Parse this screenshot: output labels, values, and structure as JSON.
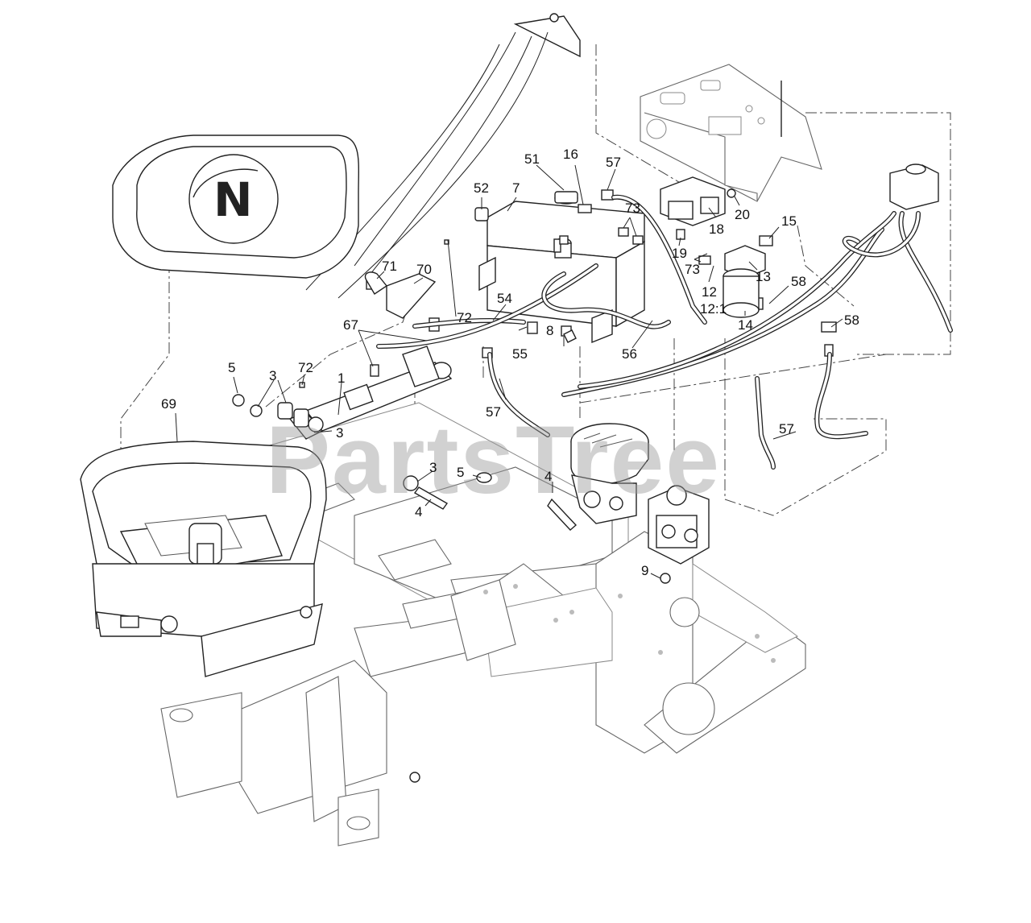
{
  "watermark": "PartsTree",
  "callouts": [
    {
      "id": "c51",
      "text": "51"
    },
    {
      "id": "c16",
      "text": "16"
    },
    {
      "id": "c57a",
      "text": "57"
    },
    {
      "id": "c52",
      "text": "52"
    },
    {
      "id": "c7",
      "text": "7"
    },
    {
      "id": "c73a",
      "text": "73"
    },
    {
      "id": "c20",
      "text": "20"
    },
    {
      "id": "c18",
      "text": "18"
    },
    {
      "id": "c15",
      "text": "15"
    },
    {
      "id": "c19",
      "text": "19"
    },
    {
      "id": "c73b",
      "text": "73"
    },
    {
      "id": "c71",
      "text": "71"
    },
    {
      "id": "c70",
      "text": "70"
    },
    {
      "id": "c13",
      "text": "13"
    },
    {
      "id": "c12",
      "text": "12"
    },
    {
      "id": "c12_1",
      "text": "12:1"
    },
    {
      "id": "c58a",
      "text": "58"
    },
    {
      "id": "c14",
      "text": "14"
    },
    {
      "id": "c54",
      "text": "54"
    },
    {
      "id": "c72a",
      "text": "72"
    },
    {
      "id": "c58b",
      "text": "58"
    },
    {
      "id": "c67",
      "text": "67"
    },
    {
      "id": "c8",
      "text": "8"
    },
    {
      "id": "c55",
      "text": "55"
    },
    {
      "id": "c56",
      "text": "56"
    },
    {
      "id": "c5a",
      "text": "5"
    },
    {
      "id": "c3a",
      "text": "3"
    },
    {
      "id": "c72b",
      "text": "72"
    },
    {
      "id": "c1",
      "text": "1"
    },
    {
      "id": "c69",
      "text": "69"
    },
    {
      "id": "c57b",
      "text": "57"
    },
    {
      "id": "c3b",
      "text": "3"
    },
    {
      "id": "c57c",
      "text": "57"
    },
    {
      "id": "c3c",
      "text": "3"
    },
    {
      "id": "c5b",
      "text": "5"
    },
    {
      "id": "c4a",
      "text": "4"
    },
    {
      "id": "c4b",
      "text": "4"
    },
    {
      "id": "c9",
      "text": "9"
    }
  ]
}
